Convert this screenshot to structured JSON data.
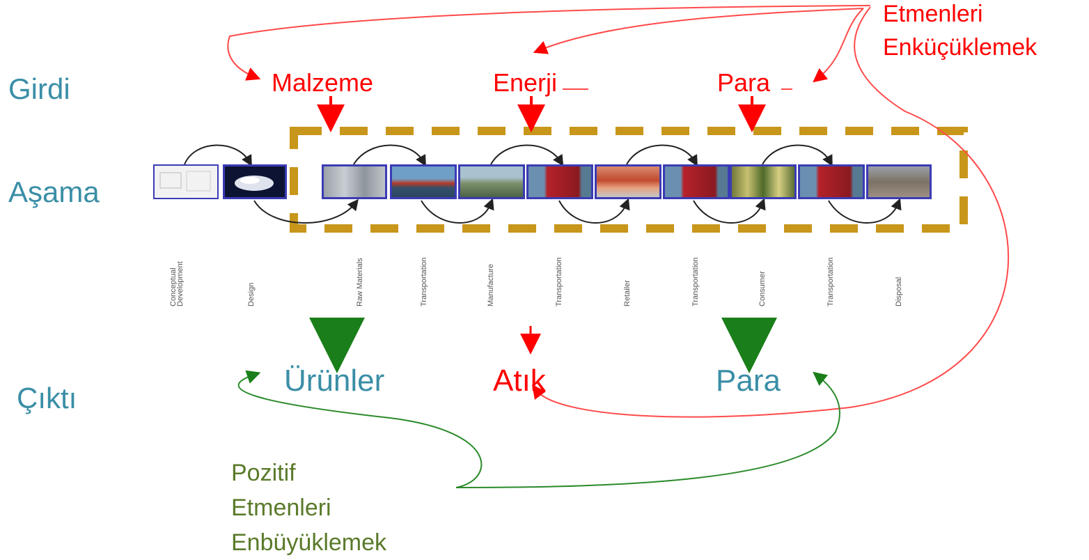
{
  "rows": {
    "input": "Girdi",
    "stage": "Aşama",
    "output": "Çıktı"
  },
  "inputs": [
    "Malzeme",
    "Enerji",
    "Para"
  ],
  "outputs": {
    "products": "Ürünler",
    "waste": "Atık",
    "money": "Para"
  },
  "annotations": {
    "negative_line1": "Etmenleri",
    "negative_line2": "Enküçüklemek",
    "positive_line1": "Pozitif",
    "positive_line2": "Etmenleri",
    "positive_line3": "Enbüyüklemek"
  },
  "stages": [
    {
      "label": "Conceptual Development",
      "icon": "sketch-image"
    },
    {
      "label": "Design",
      "icon": "product-render-image"
    },
    {
      "label": "Raw Materials",
      "icon": "raw-materials-image"
    },
    {
      "label": "Transportation",
      "icon": "ship-image"
    },
    {
      "label": "Manufacture",
      "icon": "factory-image"
    },
    {
      "label": "Transportation",
      "icon": "truck-image"
    },
    {
      "label": "Retailer",
      "icon": "store-image"
    },
    {
      "label": "Transportation",
      "icon": "truck-image"
    },
    {
      "label": "Consumer",
      "icon": "consumer-image"
    },
    {
      "label": "Transportation",
      "icon": "truck-image"
    },
    {
      "label": "Disposal",
      "icon": "landfill-image"
    }
  ],
  "colors": {
    "teal": "#3a8ea6",
    "red": "#ff0000",
    "green": "#1a7f1a",
    "olive": "#5a7a2a",
    "dashed_box": "#c8961a",
    "stage_border": "#3b3bb5"
  }
}
